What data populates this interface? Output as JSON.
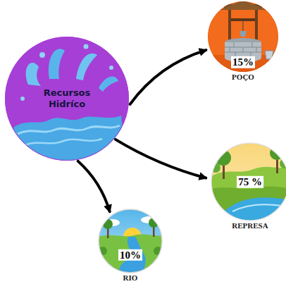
{
  "diagram": {
    "nodes": [
      {
        "text": [
          "Recursos Hidríco"
        ]
      },
      {
        "text": [
          "15%",
          "POÇO"
        ]
      },
      {
        "text": [
          "75 %",
          "REPRESA"
        ]
      },
      {
        "text": [
          "10%",
          "RIO"
        ]
      }
    ],
    "edges": [
      {
        "from": 0,
        "to": 1,
        "arrow": "to"
      },
      {
        "from": 0,
        "to": 2,
        "arrow": "to"
      },
      {
        "from": 0,
        "to": 3,
        "arrow": "to"
      }
    ]
  }
}
